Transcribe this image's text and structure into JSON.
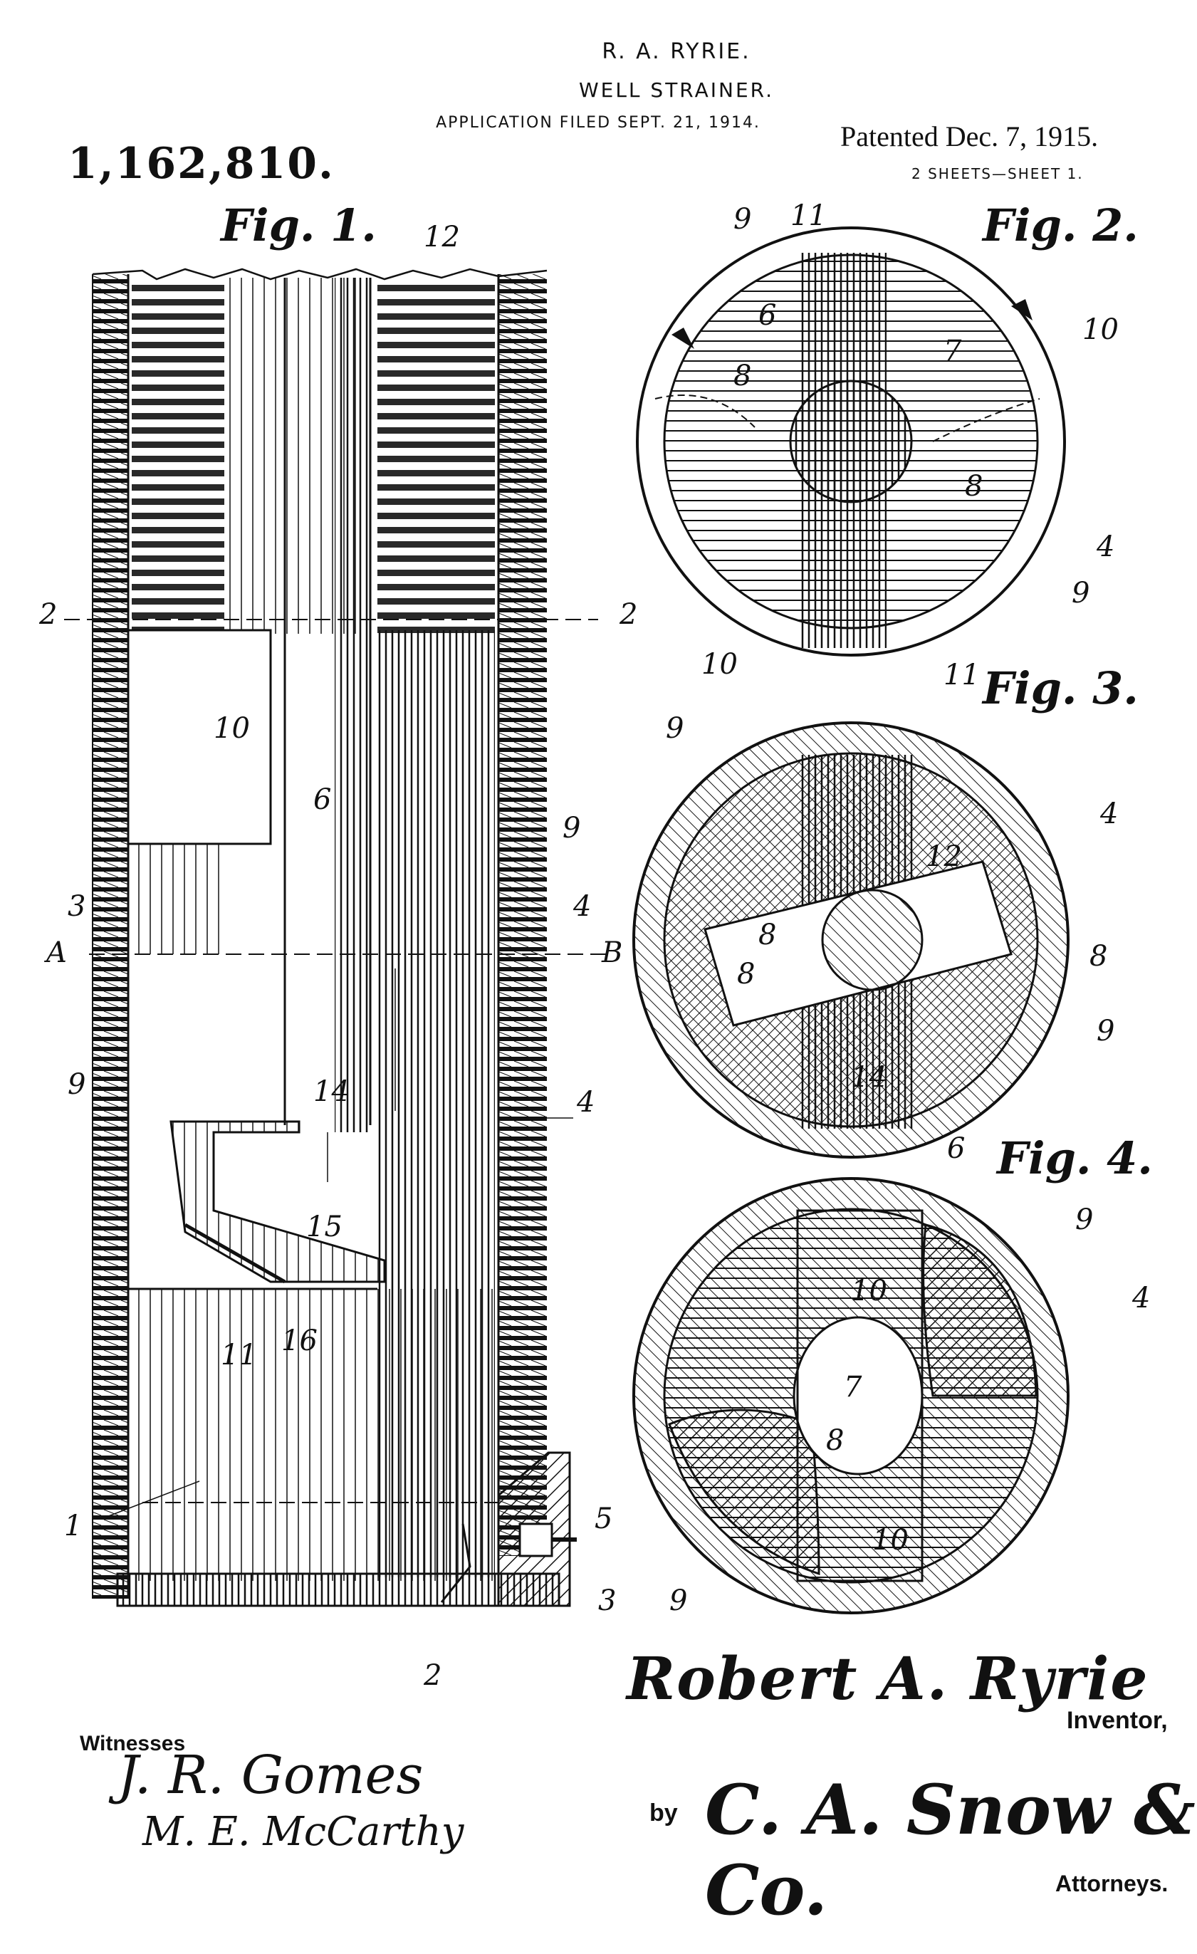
{
  "header": {
    "inventor_name": "R. A. RYRIE.",
    "title": "WELL STRAINER.",
    "filed": "APPLICATION FILED SEPT. 21, 1914.",
    "patent_number": "1,162,810.",
    "patented": "Patented Dec. 7, 1915.",
    "sheets": "2 SHEETS—SHEET 1."
  },
  "figures": {
    "fig1": {
      "label": "Fig. 1.",
      "numerals": [
        "12",
        "2",
        "2",
        "10",
        "6",
        "9",
        "3",
        "4",
        "A",
        "B",
        "9",
        "14",
        "4",
        "15",
        "11",
        "16",
        "1",
        "5",
        "3",
        "2"
      ]
    },
    "fig2": {
      "label": "Fig. 2.",
      "numerals": [
        "9",
        "11",
        "6",
        "10",
        "7",
        "8",
        "8",
        "4",
        "9",
        "10"
      ]
    },
    "fig3": {
      "label": "Fig. 3.",
      "numerals": [
        "11",
        "9",
        "4",
        "12",
        "8",
        "8",
        "8",
        "9",
        "14"
      ]
    },
    "fig4": {
      "label": "Fig. 4.",
      "numerals": [
        "6",
        "9",
        "10",
        "4",
        "7",
        "8",
        "9",
        "10"
      ]
    }
  },
  "footer": {
    "witnesses_label": "Witnesses",
    "witness_signatures": [
      "J. R. Gomes",
      "M. E. McCarthy"
    ],
    "inventor_signature": "Robert A. Ryrie",
    "inventor_label": "Inventor,",
    "by_label": "by",
    "attorney_signature": "C. A. Snow & Co.",
    "attorneys_label": "Attorneys."
  }
}
